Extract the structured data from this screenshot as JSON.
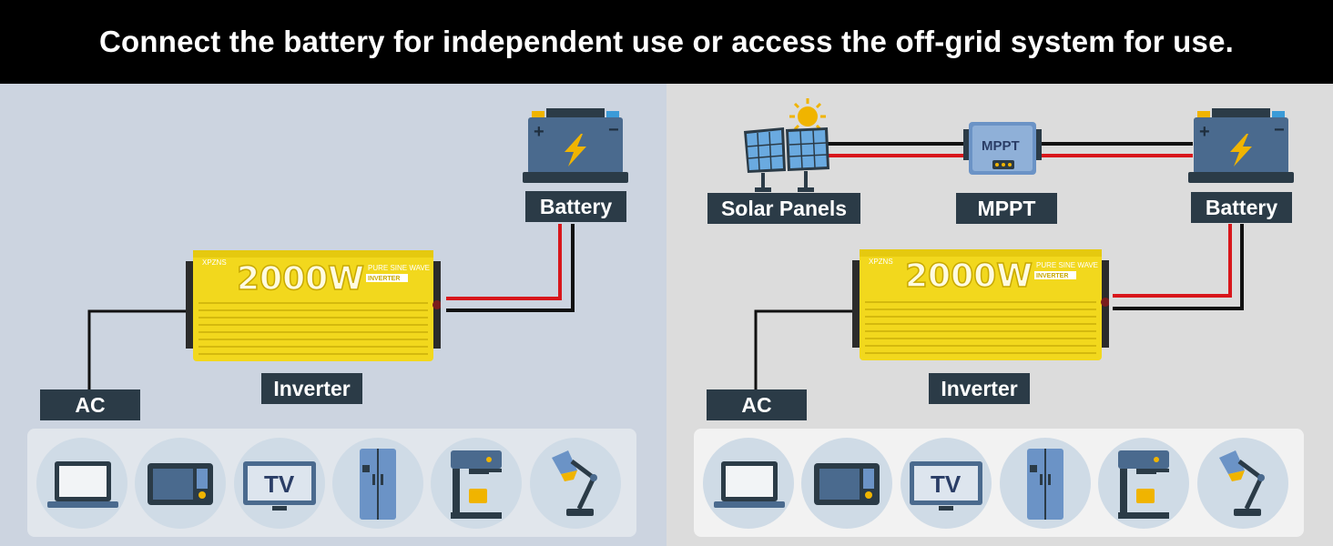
{
  "banner": {
    "title": "Connect the battery for independent use or access the off-grid system for use."
  },
  "left": {
    "battery_label": "Battery",
    "inverter_label": "Inverter",
    "ac_label": "AC",
    "inverter": {
      "watt": "2000W",
      "line1": "PURE SINE WAVE",
      "line2": "INVERTER",
      "brand": "XPZNS"
    }
  },
  "right": {
    "solar_label": "Solar Panels",
    "mppt_label": "MPPT",
    "mppt_device_text": "MPPT",
    "battery_label": "Battery",
    "inverter_label": "Inverter",
    "ac_label": "AC",
    "inverter": {
      "watt": "2000W",
      "line1": "PURE SINE WAVE",
      "line2": "INVERTER",
      "brand": "XPZNS"
    }
  },
  "devices": [
    "laptop-icon",
    "microwave-icon",
    "tv-icon",
    "refrigerator-icon",
    "coffee-machine-icon",
    "desk-lamp-icon"
  ],
  "tv_text": "TV",
  "colors": {
    "panel_left": "#ccd4e0",
    "panel_right": "#dcdcdc",
    "inverter_yellow": "#f2d81d",
    "label_bg": "#2b3b47",
    "wire_red": "#d8161b",
    "wire_black": "#111111"
  }
}
